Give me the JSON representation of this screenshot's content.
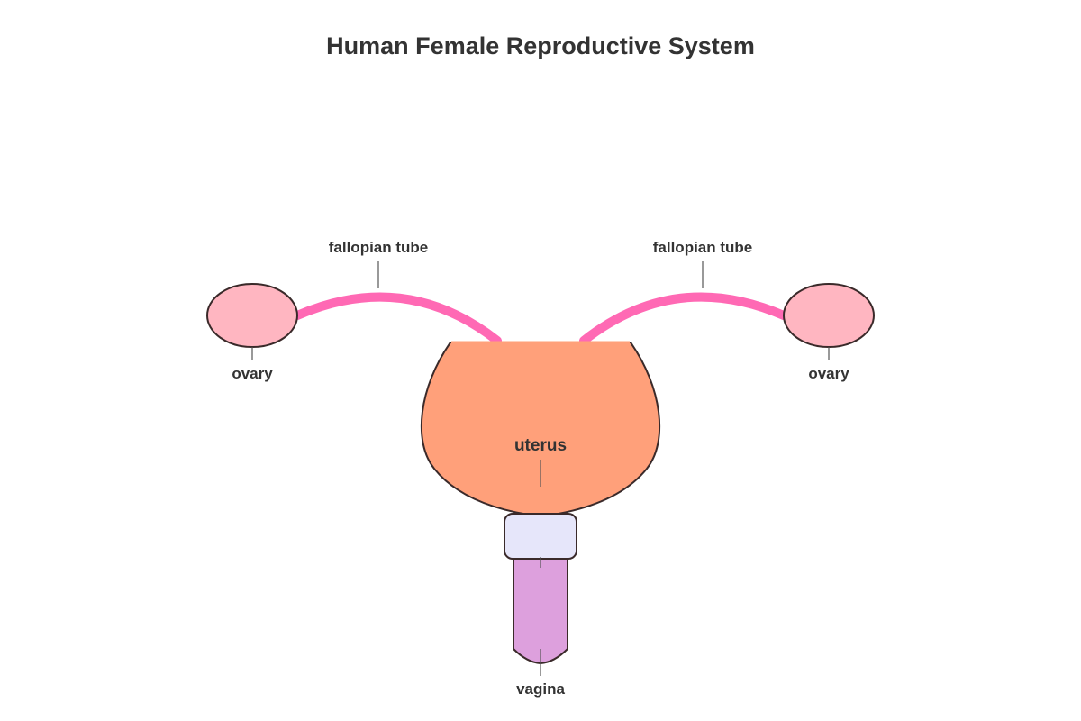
{
  "diagram": {
    "title": "Human Female Reproductive System",
    "labels": {
      "fallopian_tube_left": "fallopian tube",
      "fallopian_tube_right": "fallopian tube",
      "ovary_left": "ovary",
      "ovary_right": "ovary",
      "uterus": "uterus",
      "vagina": "vagina"
    },
    "colors": {
      "ovary": "#FFB6C1",
      "fallopian_tube": "#FF69B4",
      "uterus": "#FFA07A",
      "cervix": "#E6E6FA",
      "vagina": "#DDA0DD",
      "outline": "#3a2a2a",
      "text": "#333333"
    }
  }
}
